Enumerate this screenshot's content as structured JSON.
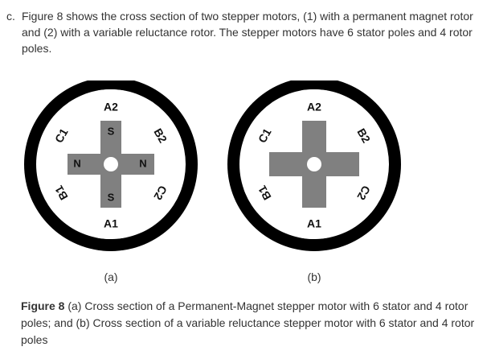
{
  "question": {
    "marker": "c.",
    "text": "Figure 8 shows the cross section of two stepper motors, (1) with a permanent magnet rotor and (2) with a variable reluctance rotor. The stepper motors have 6 stator poles and 4 rotor poles."
  },
  "figure": {
    "motor_a": {
      "poles": [
        "A2",
        "B2",
        "C2",
        "A1",
        "B1",
        "C1"
      ],
      "rotor_poles": [
        "S",
        "N",
        "S",
        "N"
      ],
      "label": "(a)"
    },
    "motor_b": {
      "poles": [
        "A2",
        "B2",
        "C2",
        "A1",
        "B1",
        "C1"
      ],
      "label": "(b)"
    },
    "colors": {
      "stator": "#000000",
      "pole_face": "#ffffff",
      "rotor": "#808080",
      "shaft": "#ffffff"
    }
  },
  "caption": {
    "label": "Figure 8",
    "text": " (a) Cross section of a Permanent-Magnet stepper motor with 6 stator and 4 rotor poles; and (b) Cross section of a variable reluctance stepper motor with 6 stator and 4 rotor poles"
  }
}
